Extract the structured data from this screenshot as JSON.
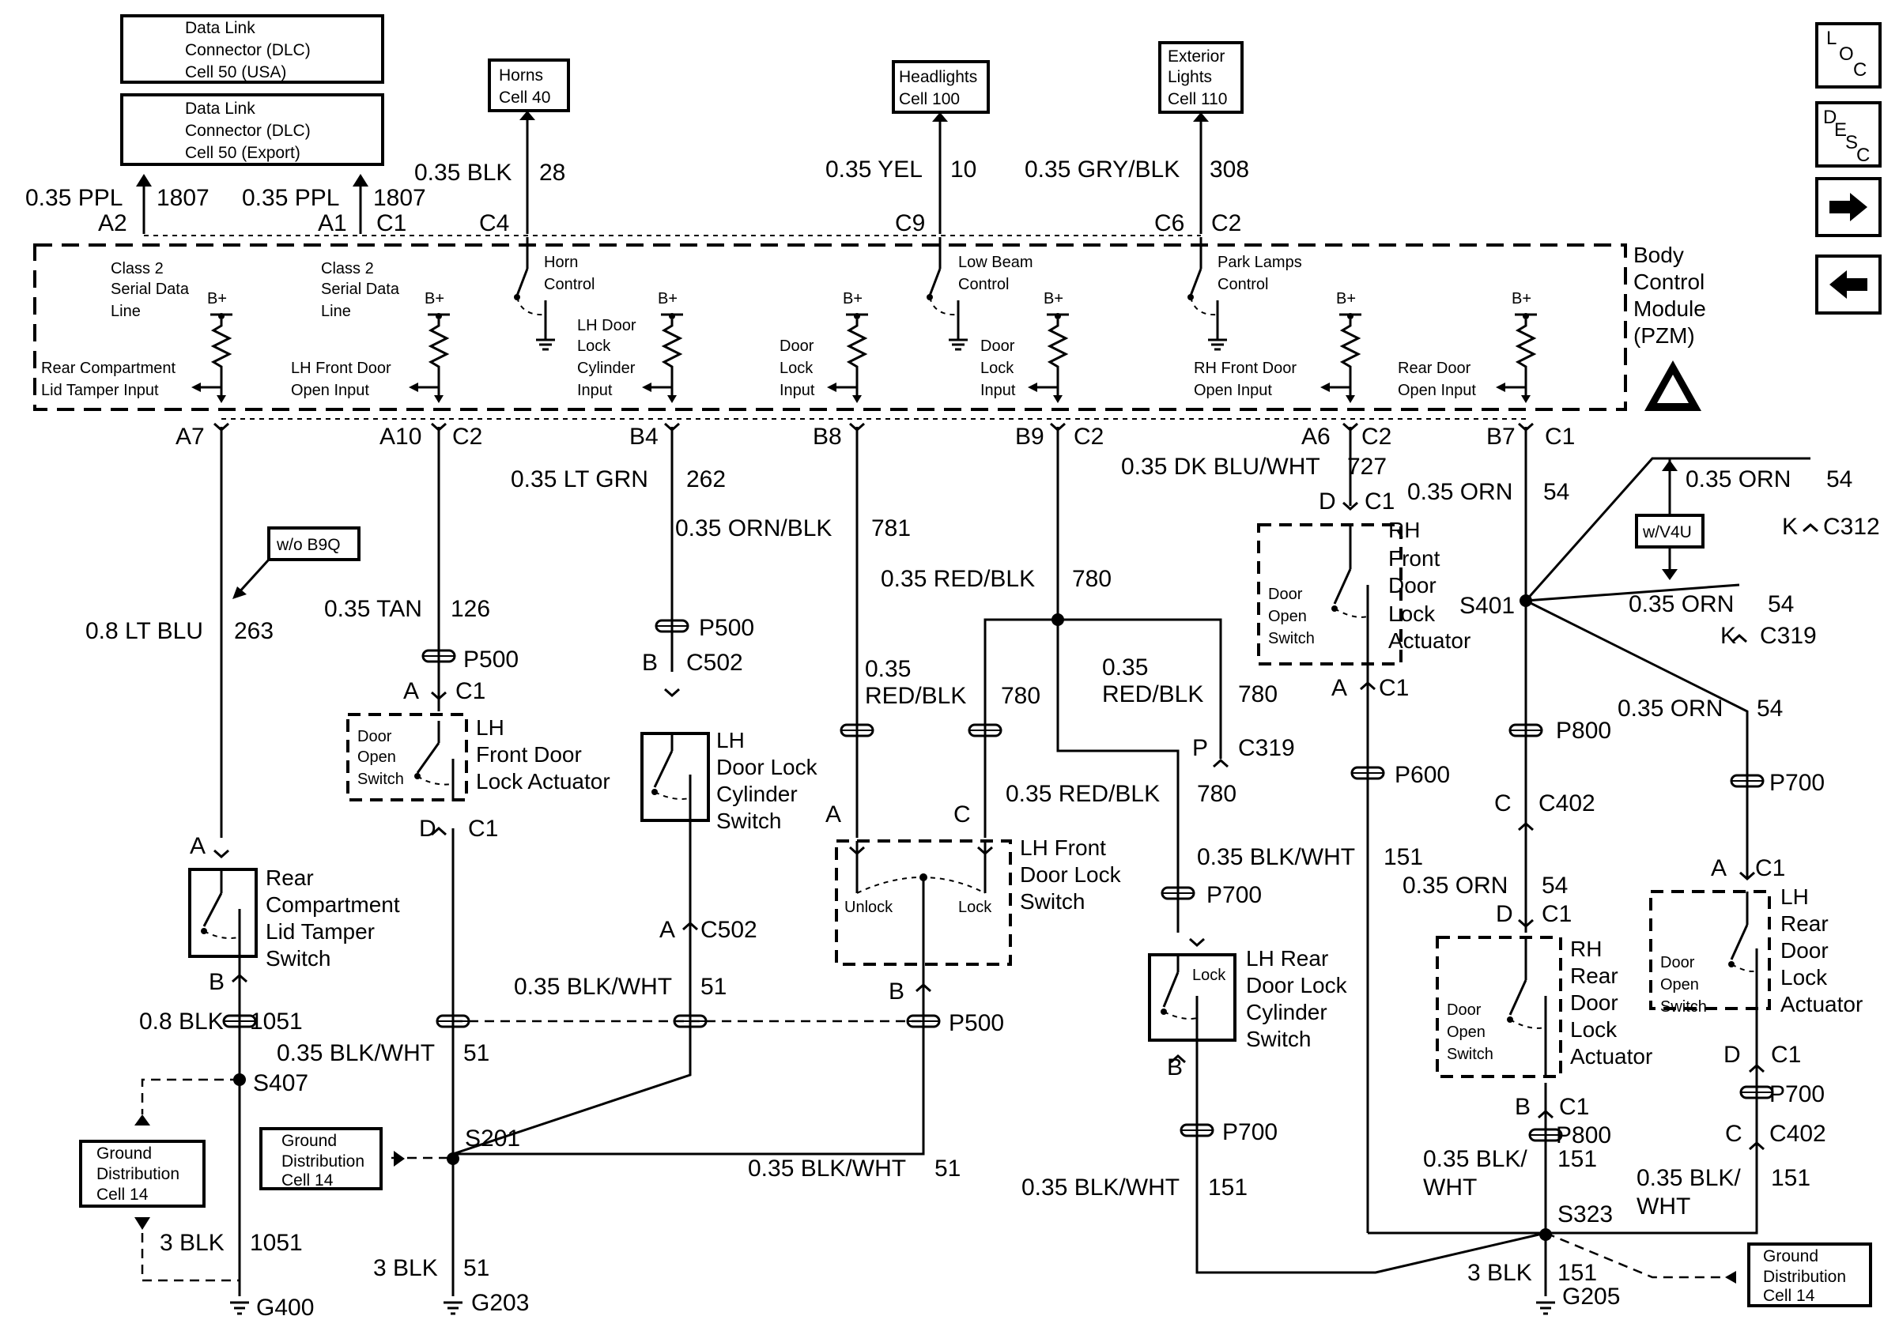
{
  "title_boxes": {
    "dlc_usa": [
      "Data Link",
      "Connector (DLC)",
      "Cell 50 (USA)"
    ],
    "dlc_export": [
      "Data Link",
      "Connector (DLC)",
      "Cell 50 (Export)"
    ],
    "horns": [
      "Horns",
      "Cell 40"
    ],
    "headlights": [
      "Headlights",
      "Cell 100"
    ],
    "exterior": [
      "Exterior",
      "Lights",
      "Cell 110"
    ],
    "gd1": [
      "Ground",
      "Distribution",
      "Cell 14"
    ],
    "gd2": [
      "Ground",
      "Distribution",
      "Cell 14"
    ],
    "gd3": [
      "Ground",
      "Distribution",
      "Cell 14"
    ],
    "opt_b9q": "w/o B9Q",
    "opt_v4u": "w/V4U"
  },
  "bcm": {
    "name": [
      "Body",
      "Control",
      "Module",
      "(PZM)"
    ],
    "bplus": "B+",
    "horn_ctrl": [
      "Horn",
      "Control"
    ],
    "low_beam": [
      "Low Beam",
      "Control"
    ],
    "park": [
      "Park Lamps",
      "Control"
    ],
    "class2_a": [
      "Class 2",
      "Serial Data",
      "Line"
    ],
    "class2_b": [
      "Class 2",
      "Serial Data",
      "Line"
    ],
    "in_rear_lid": [
      "Rear Compartment",
      "Lid Tamper Input"
    ],
    "in_lh_front": [
      "LH Front Door",
      "Open Input"
    ],
    "in_lh_cyl": [
      "LH Door",
      "Lock",
      "Cylinder",
      "Input"
    ],
    "in_door_lock1": [
      "Door",
      "Lock",
      "Input"
    ],
    "in_door_lock2": [
      "Door",
      "Lock",
      "Input"
    ],
    "in_rh_front": [
      "RH Front Door",
      "Open Input"
    ],
    "in_rear_door": [
      "Rear Door",
      "Open Input"
    ]
  },
  "wires": {
    "w1807a": "0.35 PPL",
    "n1807a": "1807",
    "w1807b": "0.35 PPL",
    "n1807b": "1807",
    "w28": "0.35 BLK",
    "n28": "28",
    "w10": "0.35 YEL",
    "n10": "10",
    "w308": "0.35 GRY/BLK",
    "n308": "308",
    "w263": "0.8 LT BLU",
    "n263": "263",
    "w126": "0.35 TAN",
    "n126": "126",
    "w262": "0.35 LT GRN",
    "n262": "262",
    "w781": "0.35 ORN/BLK",
    "n781": "781",
    "w780a": "0.35 RED/BLK",
    "n780a": "780",
    "w780b1": "0.35",
    "w780b2": "RED/BLK",
    "n780b": "780",
    "w780c1": "0.35",
    "w780c2": "RED/BLK",
    "n780c": "780",
    "w780d": "0.35 RED/BLK",
    "n780d": "780",
    "w727": "0.35 DK BLU/WHT",
    "n727": "727",
    "w54a": "0.35 ORN",
    "n54a": "54",
    "w54b": "0.35 ORN",
    "n54b": "54",
    "w54c": "0.35 ORN",
    "n54c": "54",
    "w54d": "0.35 ORN",
    "n54d": "54",
    "w54e": "0.35 ORN",
    "n54e": "54",
    "w1051a": "0.8 BLK",
    "n1051a": "1051",
    "w51a": "0.35 BLK/WHT",
    "n51a": "51",
    "w51b": "0.35 BLK/WHT",
    "n51b": "51",
    "w51c": "0.35 BLK/WHT",
    "n51c": "51",
    "w1051b": "3 BLK",
    "n1051b": "1051",
    "w51d": "3 BLK",
    "n51d": "51",
    "w151a": "0.35 BLK/WHT",
    "n151a": "151",
    "w151b": "0.35 BLK/WHT",
    "n151b": "151",
    "w151c1": "0.35 BLK/",
    "w151c2": "WHT",
    "n151c": "151",
    "w151d1": "0.35 BLK/",
    "w151d2": "WHT",
    "n151d": "151",
    "w151e": "3 BLK",
    "n151e": "151"
  },
  "connectors": {
    "a2": "A2",
    "a1": "A1",
    "c1_top": "C1",
    "c4": "C4",
    "c9": "C9",
    "c6": "C6",
    "c2_top": "C2",
    "a7": "A7",
    "a10": "A10",
    "c2_a10": "C2",
    "b4": "B4",
    "b8": "B8",
    "b9": "B9",
    "c2_b9": "C2",
    "a6": "A6",
    "c2_a6": "C2",
    "b7": "B7",
    "c1_b7": "C1",
    "p500_1": "P500",
    "p500_2": "P500",
    "p500_3": "P500",
    "b_c502": "B",
    "c502a": "C502",
    "a_c502": "A",
    "c502b": "C502",
    "a_lhf": "A",
    "c1_lhf": "C1",
    "d_lhf": "D",
    "c1_lhf_b": "C1",
    "a_rear": "A",
    "b_rear": "B",
    "a_lfs": "A",
    "c_lfs": "C",
    "b_lfs": "B",
    "p_c319": "P",
    "c319a": "C319",
    "p700_1": "P700",
    "p700_2": "P700",
    "p700_3": "P700",
    "p700_4": "P700",
    "b_lrc": "B",
    "d_rhf": "D",
    "c1_rhf": "C1",
    "a_rhf": "A",
    "c1_rhf_b": "C1",
    "p600": "P600",
    "k312": "K",
    "c312": "C312",
    "k319": "K",
    "c319b": "C319",
    "s401": "S401",
    "p800_1": "P800",
    "p800_2": "P800",
    "c_c402a": "C",
    "c402a": "C402",
    "d_rhr": "D",
    "c1_rhr": "C1",
    "b_rhr": "B",
    "c1_rhr_b": "C1",
    "a_lhr": "A",
    "c1_lhr": "C1",
    "d_lhr": "D",
    "c1_lhr_b": "C1",
    "c_c402b": "C",
    "c402b": "C402",
    "s407": "S407",
    "s201": "S201",
    "s323": "S323",
    "g400": "G400",
    "g203": "G203",
    "g205": "G205"
  },
  "components": {
    "lh_front_act": [
      "LH",
      "Front Door",
      "Lock Actuator"
    ],
    "lh_cyl_sw": [
      "LH",
      "Door Lock",
      "Cylinder",
      "Switch"
    ],
    "rear_lid": [
      "Rear",
      "Compartment",
      "Lid Tamper",
      "Switch"
    ],
    "lh_front_sw": [
      "LH Front",
      "Door Lock",
      "Switch"
    ],
    "lh_rear_cyl": [
      "LH Rear",
      "Door Lock",
      "Cylinder",
      "Switch"
    ],
    "rh_front_act": [
      "RH",
      "Front",
      "Door",
      "Lock",
      "Actuator"
    ],
    "rh_rear_act": [
      "RH",
      "Rear",
      "Door",
      "Lock",
      "Actuator"
    ],
    "lh_rear_act": [
      "LH",
      "Rear",
      "Door",
      "Lock",
      "Actuator"
    ],
    "door_open_sw": [
      "Door",
      "Open",
      "Switch"
    ],
    "unlock": "Unlock",
    "lock": "Lock"
  },
  "nav": {
    "loc": [
      "L",
      "O",
      "C"
    ],
    "desc": [
      "D",
      "E",
      "S",
      "C"
    ],
    "next_icon": "arrow-right-icon",
    "prev_icon": "arrow-left-icon"
  }
}
